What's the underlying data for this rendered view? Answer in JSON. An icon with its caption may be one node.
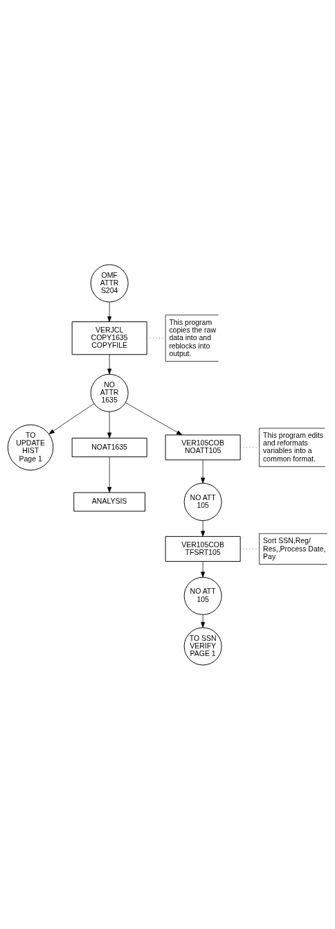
{
  "diagram": {
    "nodes": [
      {
        "text": [
          "OMF ATTR S204"
        ]
      },
      {
        "text": [
          "VERJCL COPY1635 COPYFILE"
        ]
      },
      {
        "text": [
          "This program copies the raw data into and reblocks into output."
        ]
      },
      {
        "text": [
          "NO ATTR 1635"
        ]
      },
      {
        "text": [
          "TO UPDATE HIST Page 1"
        ]
      },
      {
        "text": [
          "NOAT1635"
        ]
      },
      {
        "text": [
          "ANALYSIS"
        ]
      },
      {
        "text": [
          "VER105COB NOATT105"
        ]
      },
      {
        "text": [
          "This program edits and reformats variables into a common format."
        ]
      },
      {
        "text": [
          "NO ATT 105"
        ]
      },
      {
        "text": [
          "VER105COB TFSRT105"
        ]
      },
      {
        "text": [
          "Sort SSN,Reg/ Res,,Process Date, Pay"
        ]
      },
      {
        "text": [
          "NO ATT 105"
        ]
      },
      {
        "text": [
          "TO SSN VERIFY PAGE 1"
        ]
      }
    ],
    "edges": [
      {
        "from": 0,
        "to": 1,
        "arrow": "to"
      },
      {
        "from": 1,
        "to": 2,
        "arrow": "none",
        "style": "dashed"
      },
      {
        "from": 1,
        "to": 3,
        "arrow": "to"
      },
      {
        "from": 3,
        "to": 4,
        "arrow": "to"
      },
      {
        "from": 3,
        "to": 5,
        "arrow": "to"
      },
      {
        "from": 5,
        "to": 6,
        "arrow": "to"
      },
      {
        "from": 3,
        "to": 7,
        "arrow": "to"
      },
      {
        "from": 7,
        "to": 8,
        "arrow": "none",
        "style": "dashed"
      },
      {
        "from": 7,
        "to": 9,
        "arrow": "to"
      },
      {
        "from": 9,
        "to": 10,
        "arrow": "to"
      },
      {
        "from": 10,
        "to": 11,
        "arrow": "none",
        "style": "dashed"
      },
      {
        "from": 10,
        "to": 12,
        "arrow": "to"
      },
      {
        "from": 12,
        "to": 13,
        "arrow": "to"
      }
    ]
  }
}
